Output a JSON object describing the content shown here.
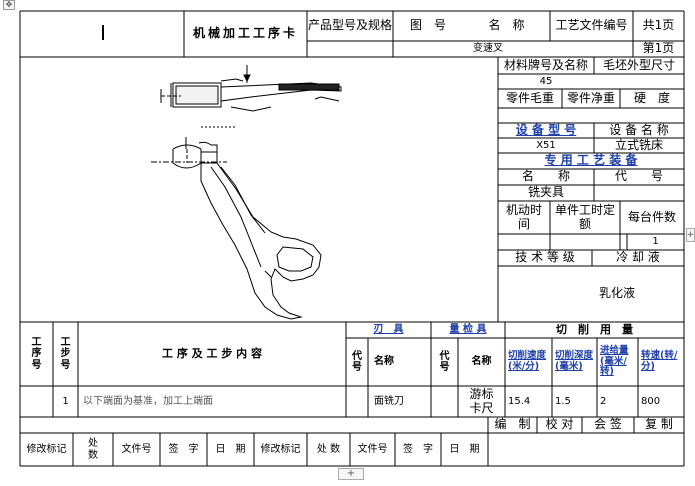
{
  "header": {
    "title": "机械加工工序卡",
    "product_model_label": "产品型号及规格",
    "drawing_no_label": "图　号",
    "name_label": "名　称",
    "process_file_no_label": "工艺文件编号",
    "total_pages": "共1页",
    "part_name": "变速叉",
    "page_no": "第1页"
  },
  "material": {
    "grade_label": "材料牌号及名称",
    "blank_shape_label": "毛坯外型尺寸",
    "grade_value": "45",
    "part_gross_weight_label": "零件毛重",
    "part_net_weight_label": "零件净重",
    "hardness_label": "硬　度"
  },
  "equipment": {
    "model_label": "设 备 型 号",
    "name_label": "设 备 名 称",
    "model_value": "X51",
    "name_value": "立式铣床",
    "special_tooling_label": "专 用 工 艺 装 备",
    "tool_name_label": "名　　称",
    "tool_code_label": "代　　号",
    "tool_name_value": "铣夹具",
    "motor_time_label": "机动时间",
    "unit_time_label": "单件工时定额",
    "per_unit_count_label": "每台件数",
    "per_unit_count_value": "1",
    "tech_grade_label": "技 术 等 级",
    "coolant_label": "冷 却 液",
    "coolant_value": "乳化液"
  },
  "operations": {
    "headers": {
      "op_no": "工序号",
      "step_no": "工步号",
      "content": "工 序 及 工 步 内 容",
      "cutter": "刃　具",
      "gauge": "量 检 具",
      "cutting_params": "切　削　用　量",
      "code": "代号",
      "name": "名称",
      "code2": "代号",
      "name2": "名称",
      "speed": "切削速度(米/分)",
      "depth": "切削深度(毫米)",
      "feed": "进给量(毫米/转)",
      "rpm": "转速(转/分)"
    },
    "rows": [
      {
        "op_no": "",
        "step_no": "1",
        "content": "以下端面为基准，加工上端面",
        "cutter_code": "",
        "cutter_name": "面铣刀",
        "gauge_code": "",
        "gauge_name": "游标卡尺",
        "speed": "15.4",
        "depth": "1.5",
        "feed": "2",
        "rpm": "800"
      }
    ]
  },
  "signoff": {
    "compile": "编　制",
    "proofread": "校 对",
    "countersign": "会 签",
    "review": "复 制",
    "mod_mark": "修改标记",
    "count": "处　数",
    "file_no": "文件号",
    "signature": "签　字",
    "date": "日　期",
    "mod_mark2": "修改标记",
    "count2": "处 数",
    "file_no2": "文件号",
    "signature2": "签　字",
    "date2": "日　期"
  },
  "ui": {
    "move_handle_icon": "move-icon",
    "add_row_label": "+",
    "add_col_label": "+"
  }
}
